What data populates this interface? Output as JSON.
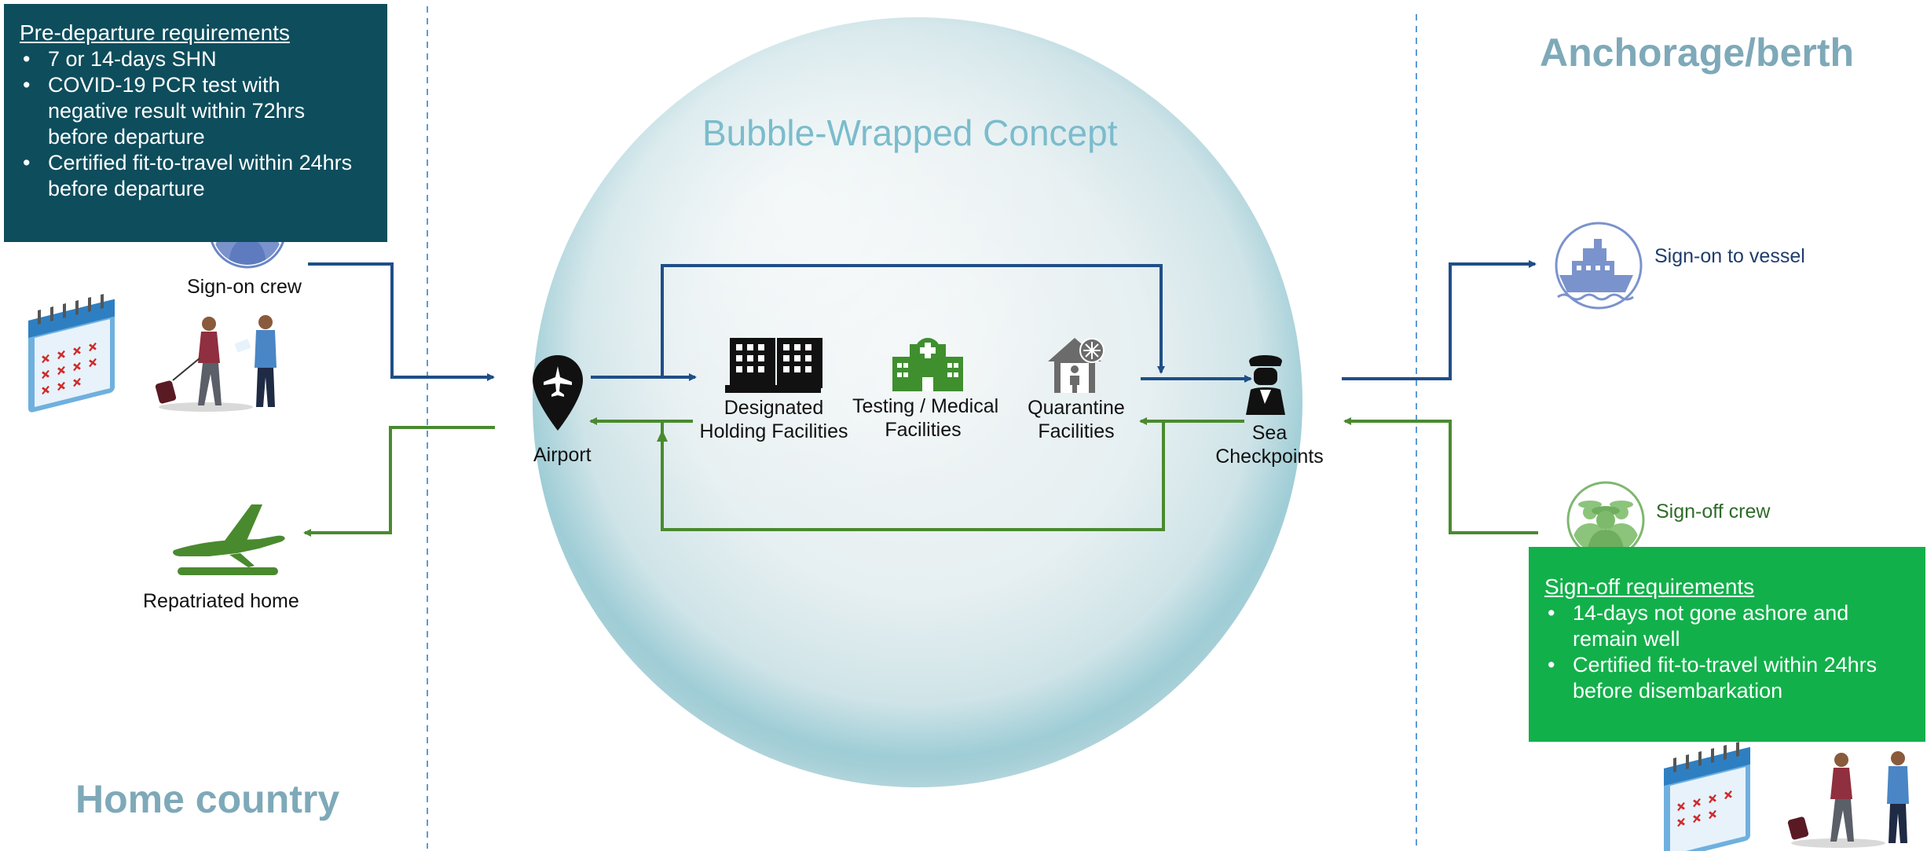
{
  "regions": {
    "home_country": "Home country",
    "anchorage": "Anchorage/berth",
    "bubble_title": "Bubble-Wrapped Concept"
  },
  "pre_departure": {
    "heading": "Pre-departure requirements",
    "items": [
      "7 or 14-days SHN",
      "COVID-19 PCR test with negative result within 72hrs before departure",
      "Certified fit-to-travel within 24hrs before departure"
    ],
    "bg_color": "#0e4d5c"
  },
  "sign_off": {
    "heading": "Sign-off requirements",
    "items": [
      "14-days not gone ashore and remain well",
      "Certified fit-to-travel within 24hrs before disembarkation"
    ],
    "bg_color": "#12b04a"
  },
  "nodes": {
    "sign_on_crew": "Sign-on crew",
    "repatriated": "Repatriated home",
    "airport": "Airport",
    "holding": [
      "Designated",
      "Holding Facilities"
    ],
    "testing": [
      "Testing / Medical",
      "Facilities"
    ],
    "quarantine": [
      "Quarantine",
      "Facilities"
    ],
    "sea_checkpoints": [
      "Sea",
      "Checkpoints"
    ],
    "sign_on_vessel": "Sign-on to vessel",
    "sign_off_crew": "Sign-off crew"
  },
  "colors": {
    "flow_outbound": "#1f4e87",
    "flow_return": "#4a8a2e",
    "divider": "#5b9bd5",
    "region_label": "#7ea9b8",
    "bubble_title": "#7bbccc"
  },
  "icons": {
    "crew_blue": "crew-group-icon",
    "crew_green": "crew-group-icon",
    "calendar": "calendar-icon",
    "travelers": "travelers-icon",
    "airplane_landing": "airplane-landing-icon",
    "airport_pin": "airport-pin-icon",
    "building": "building-icon",
    "hospital": "hospital-icon",
    "quarantine_house": "quarantine-house-icon",
    "officer": "officer-icon",
    "ship": "ship-icon"
  }
}
